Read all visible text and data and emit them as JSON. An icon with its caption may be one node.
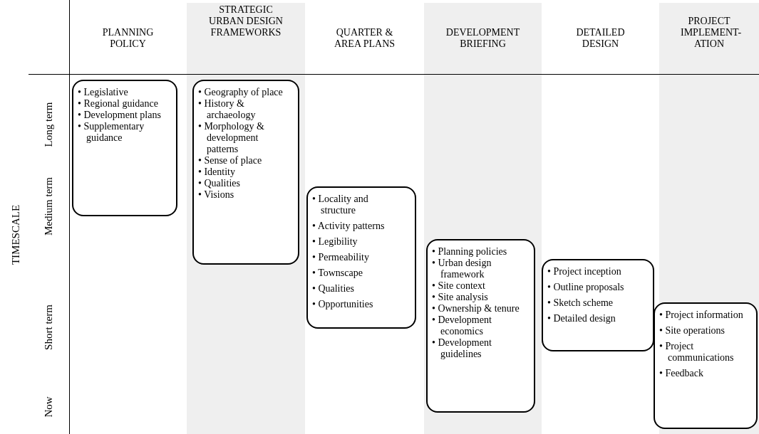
{
  "diagram": {
    "nodes": [
      {
        "text": [
          "• Legislative",
          "• Regional guidance",
          "• Development plans",
          "• Supplementary guidance"
        ]
      },
      {
        "text": [
          "• Geography of place",
          "• History & archaeology",
          "• Morphology & development patterns",
          "• Sense of place",
          "• Identity",
          "• Qualities",
          "• Visions"
        ]
      },
      {
        "text": [
          "• Locality and structure",
          "• Activity patterns",
          "• Legibility",
          "• Permeability",
          "• Townscape",
          "• Qualities",
          "• Opportunities"
        ]
      },
      {
        "text": [
          "• Planning policies",
          "• Urban design framework",
          "• Site context",
          "• Site analysis",
          "• Ownership & tenure",
          "• Development economics",
          "• Development guidelines"
        ]
      },
      {
        "text": [
          "• Project inception",
          "• Outline proposals",
          "• Sketch scheme",
          "• Detailed design"
        ]
      },
      {
        "text": [
          "• Project information",
          "• Site operations",
          "• Project communications",
          "• Feedback"
        ]
      }
    ],
    "edges": [],
    "labels": [
      "PLANNING POLICY",
      "STRATEGIC URBAN DESIGN FRAMEWORKS",
      "QUARTER & AREA PLANS",
      "DEVELOPMENT BRIEFING",
      "DETAILED DESIGN",
      "PROJECT IMPLEMENT-ATION",
      "TIMESCALE",
      "Long term",
      "Medium term",
      "Short term",
      "Now"
    ]
  }
}
